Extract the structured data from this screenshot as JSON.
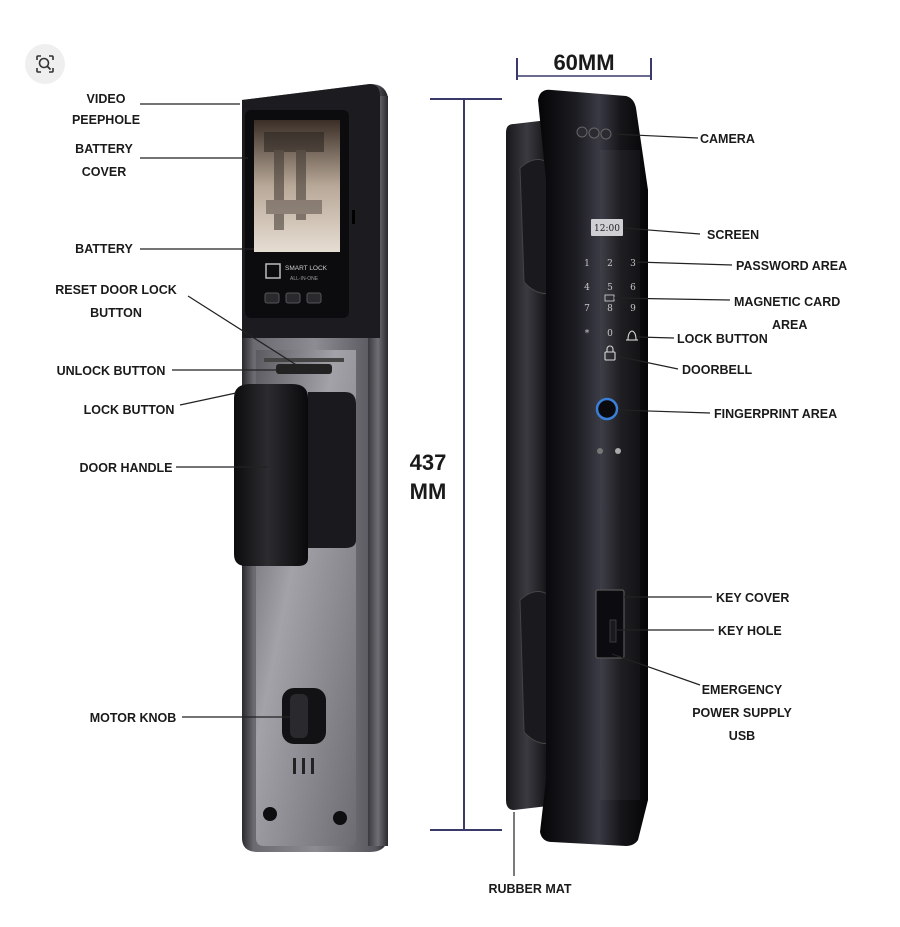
{
  "zoom_button": {
    "icon": "search-zoom-icon"
  },
  "left_labels": {
    "video_peephole": [
      "VIDEO",
      "PEEPHOLE"
    ],
    "battery_cover": [
      "BATTERY",
      "COVER"
    ],
    "battery": "BATTERY",
    "reset_button": [
      "RESET DOOR LOCK",
      "BUTTON"
    ],
    "unlock_button": "UNLOCK BUTTON",
    "lock_button": "LOCK BUTTON",
    "door_handle": "DOOR HANDLE",
    "motor_knob": "MOTOR KNOB"
  },
  "screen_brand": [
    "SMART LOCK",
    "ALL-IN-ONE"
  ],
  "dimensions": {
    "width": "60MM",
    "height": [
      "437",
      "MM"
    ]
  },
  "right_labels": {
    "camera": "CAMERA",
    "screen": "SCREEN",
    "password_area": "PASSWORD AREA",
    "magnetic_card_area": [
      "MAGNETIC CARD",
      "AREA"
    ],
    "lock_button": "LOCK BUTTON",
    "doorbell": "DOORBELL",
    "fingerprint_area": "FINGERPRINT AREA",
    "key_cover": "KEY COVER",
    "key_hole": "KEY HOLE",
    "emergency_usb": [
      "EMERGENCY",
      "POWER SUPPLY",
      "USB"
    ],
    "rubber_mat": "RUBBER MAT"
  },
  "clock": "12:00",
  "keypad": [
    "1",
    "2",
    "3",
    "4",
    "5",
    "6",
    "7",
    "8",
    "9",
    "*",
    "0"
  ]
}
